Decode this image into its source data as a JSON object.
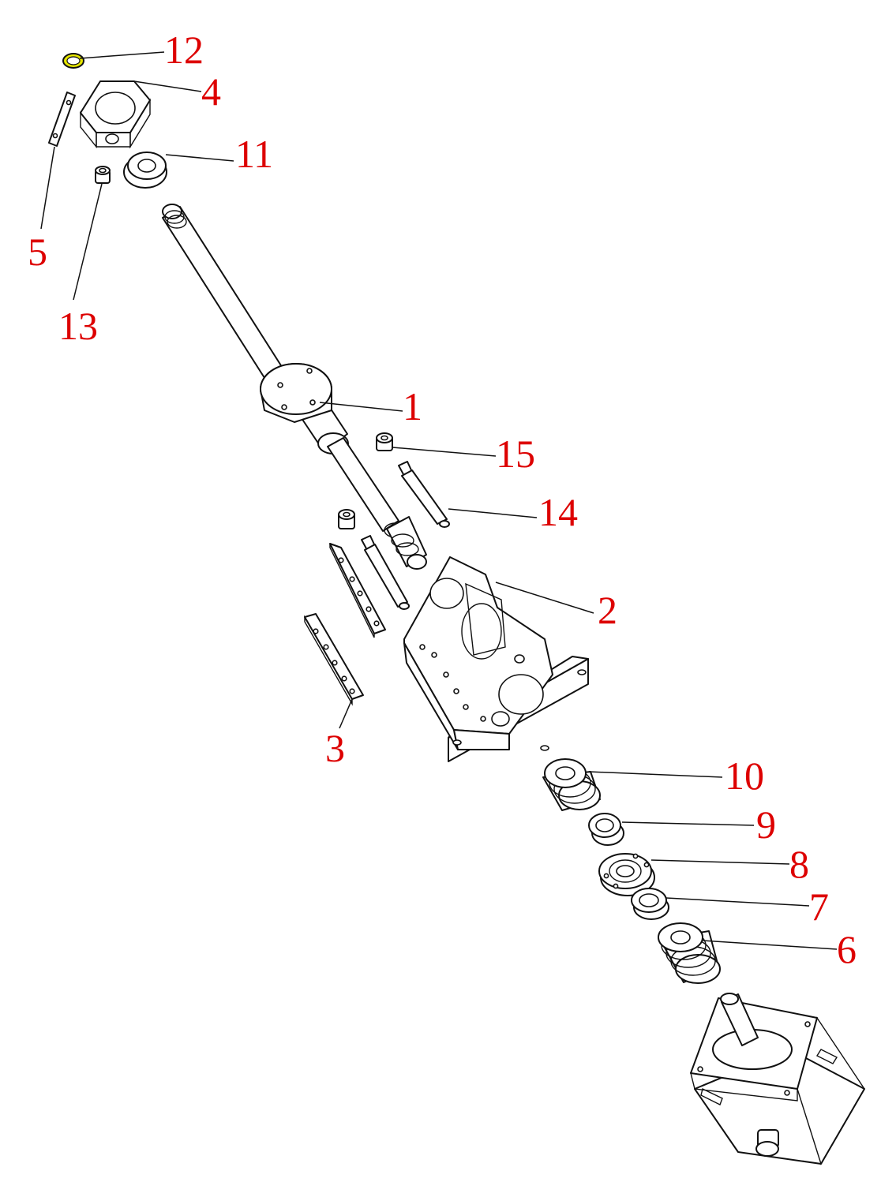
{
  "callouts": [
    {
      "id": "12",
      "label": "12"
    },
    {
      "id": "4",
      "label": "4"
    },
    {
      "id": "11",
      "label": "11"
    },
    {
      "id": "5",
      "label": "5"
    },
    {
      "id": "13",
      "label": "13"
    },
    {
      "id": "1",
      "label": "1"
    },
    {
      "id": "15",
      "label": "15"
    },
    {
      "id": "14",
      "label": "14"
    },
    {
      "id": "2",
      "label": "2"
    },
    {
      "id": "3",
      "label": "3"
    },
    {
      "id": "10",
      "label": "10"
    },
    {
      "id": "9",
      "label": "9"
    },
    {
      "id": "8",
      "label": "8"
    },
    {
      "id": "7",
      "label": "7"
    },
    {
      "id": "6",
      "label": "6"
    }
  ],
  "colors": {
    "callout_text": "#dd0000",
    "line": "#111111",
    "ring_highlight": "#e6e600",
    "background": "#ffffff"
  }
}
